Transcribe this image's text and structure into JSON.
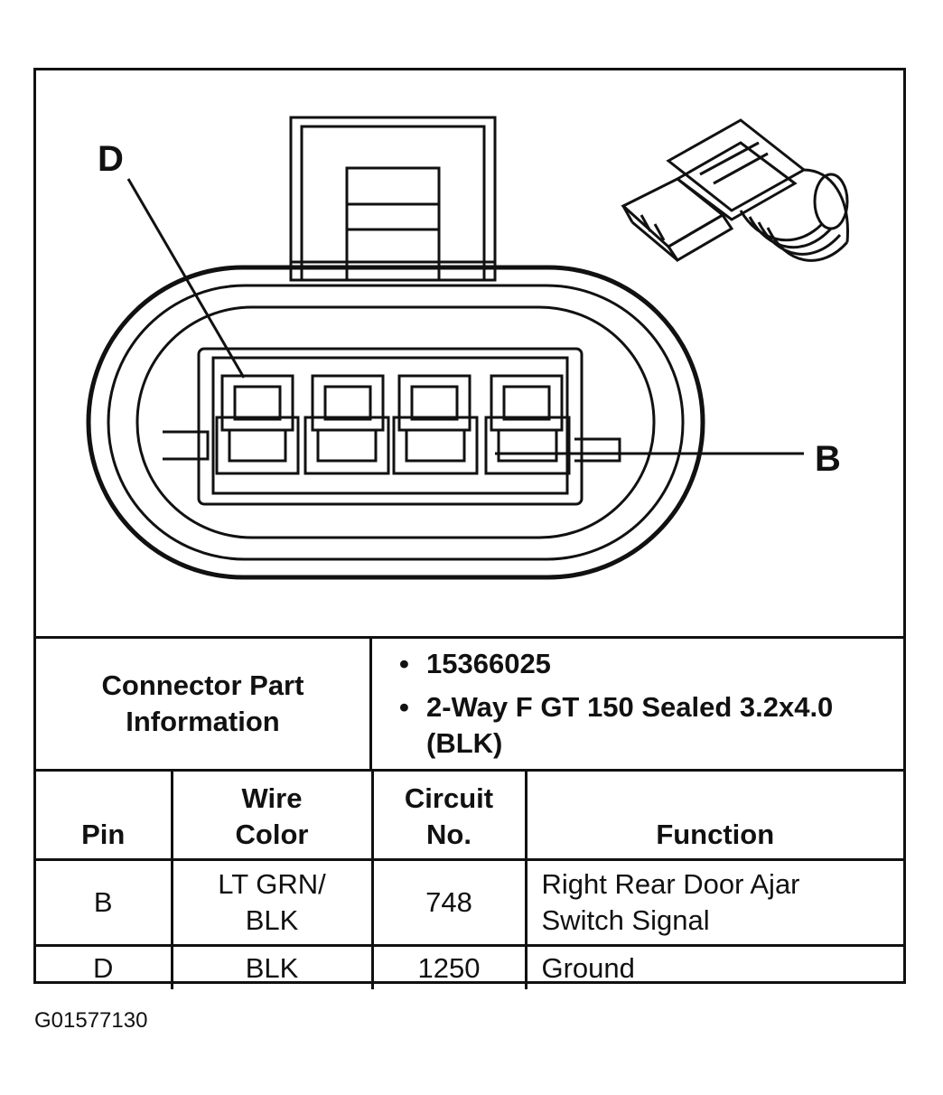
{
  "diagram": {
    "callout_d": "D",
    "callout_b": "B",
    "connector_icon": "connector-face-icon",
    "perspective_icon": "connector-3d-view-icon"
  },
  "connector_info": {
    "label": "Connector Part Information",
    "items": [
      "15366025",
      "2-Way F GT 150 Sealed 3.2x4.0 (BLK)"
    ]
  },
  "pin_table": {
    "headers": {
      "pin": "Pin",
      "wire_color": "Wire Color",
      "circuit_no": "Circuit No.",
      "function": "Function"
    },
    "rows": [
      {
        "pin": "B",
        "wire_color": "LT GRN/ BLK",
        "circuit_no": "748",
        "function": "Right Rear Door Ajar Switch Signal"
      },
      {
        "pin": "D",
        "wire_color": "BLK",
        "circuit_no": "1250",
        "function": "Ground"
      }
    ]
  },
  "figure_id": "G01577130"
}
